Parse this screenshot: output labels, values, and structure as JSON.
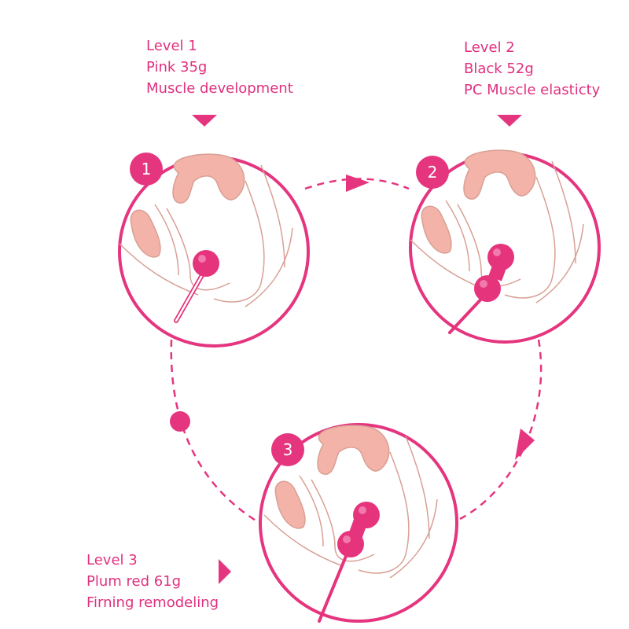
{
  "levels": [
    {
      "number": "1",
      "title": "Level 1",
      "weight": "Pink 35g",
      "purpose": "Muscle development",
      "balls": 1
    },
    {
      "number": "2",
      "title": "Level 2",
      "weight": "Black 52g",
      "purpose": "PC Muscle elasticty",
      "balls": 2
    },
    {
      "number": "3",
      "title": "Level 3",
      "weight": "Plum red 61g",
      "purpose": "Firning remodeling",
      "balls": 2
    }
  ],
  "colors": {
    "accent": "#e5357f",
    "anatomy_fill": "#f3b3a8",
    "anatomy_line": "#d8a095",
    "ball": "#e5337c"
  }
}
